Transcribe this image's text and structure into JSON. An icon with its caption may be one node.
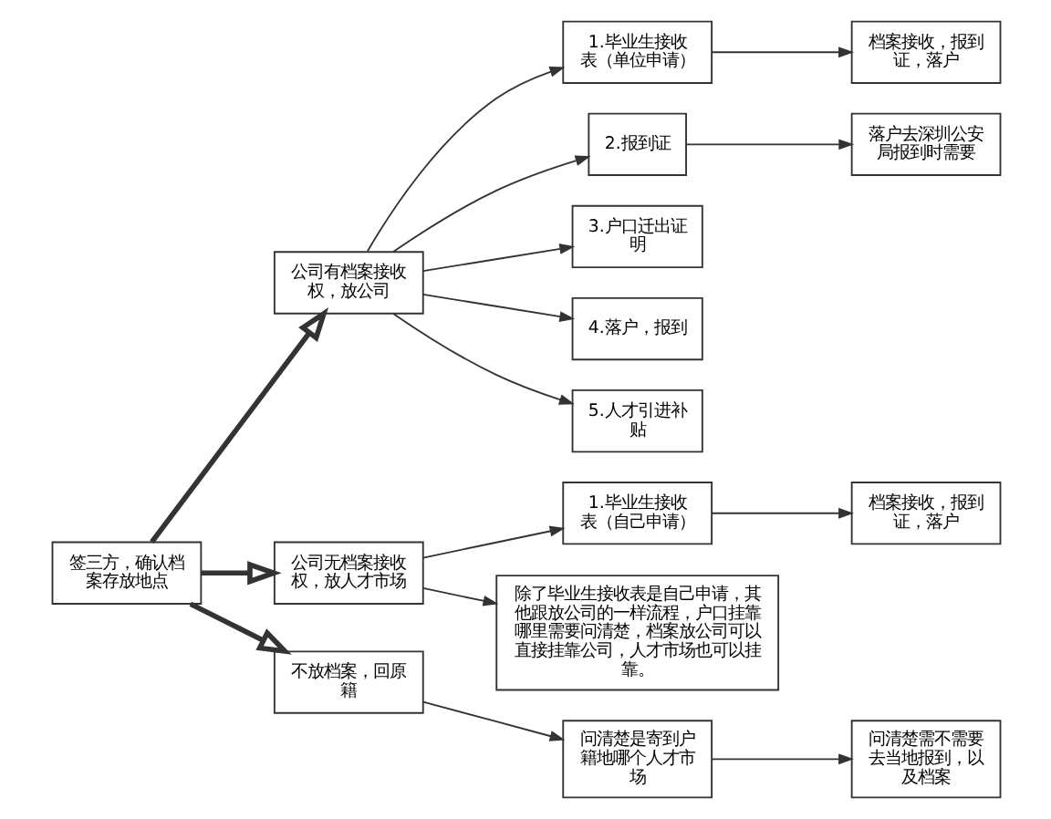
{
  "diagram": {
    "nodes": [
      {
        "text": [
          "签三方，确认档案存放地点"
        ]
      },
      {
        "text": [
          "公司有档案接收权，放公司"
        ]
      },
      {
        "text": [
          "1.毕业生接收表（单位申请）"
        ]
      },
      {
        "text": [
          "档案接收，报到证，落户"
        ]
      },
      {
        "text": [
          "2.报到证"
        ]
      },
      {
        "text": [
          "落户去深圳公安局报到时需要"
        ]
      },
      {
        "text": [
          "3.户口迁出证明"
        ]
      },
      {
        "text": [
          "4.落户，报到"
        ]
      },
      {
        "text": [
          "5.人才引进补贴"
        ]
      },
      {
        "text": [
          "公司无档案接收权，放人才市场"
        ]
      },
      {
        "text": [
          "1.毕业生接收表（自己申请）"
        ]
      },
      {
        "text": [
          "档案接收，报到证，落户"
        ]
      },
      {
        "text": [
          "除了毕业生接收表是自己申请，其他跟放公司的一样流程，户口挂靠哪里需要问清楚，档案放公司可以直接挂靠公司，人才市场也可以挂靠。"
        ]
      },
      {
        "text": [
          "不放档案，回原籍"
        ]
      },
      {
        "text": [
          "问清楚是寄到户籍地哪个人才市场"
        ]
      },
      {
        "text": [
          "问清楚需不需要去当地报到，以及档案"
        ]
      }
    ],
    "edges": [
      {
        "from": 0,
        "to": 1,
        "arrow": "to",
        "style": "thick"
      },
      {
        "from": 0,
        "to": 9,
        "arrow": "to",
        "style": "thick"
      },
      {
        "from": 0,
        "to": 13,
        "arrow": "to",
        "style": "thick"
      },
      {
        "from": 1,
        "to": 2,
        "arrow": "to"
      },
      {
        "from": 1,
        "to": 4,
        "arrow": "to"
      },
      {
        "from": 1,
        "to": 6,
        "arrow": "to"
      },
      {
        "from": 1,
        "to": 7,
        "arrow": "to"
      },
      {
        "from": 1,
        "to": 8,
        "arrow": "to"
      },
      {
        "from": 2,
        "to": 3,
        "arrow": "to"
      },
      {
        "from": 4,
        "to": 5,
        "arrow": "to"
      },
      {
        "from": 9,
        "to": 10,
        "arrow": "to"
      },
      {
        "from": 9,
        "to": 12,
        "arrow": "to"
      },
      {
        "from": 10,
        "to": 11,
        "arrow": "to"
      },
      {
        "from": 13,
        "to": 14,
        "arrow": "to"
      },
      {
        "from": 14,
        "to": 15,
        "arrow": "to"
      }
    ]
  }
}
